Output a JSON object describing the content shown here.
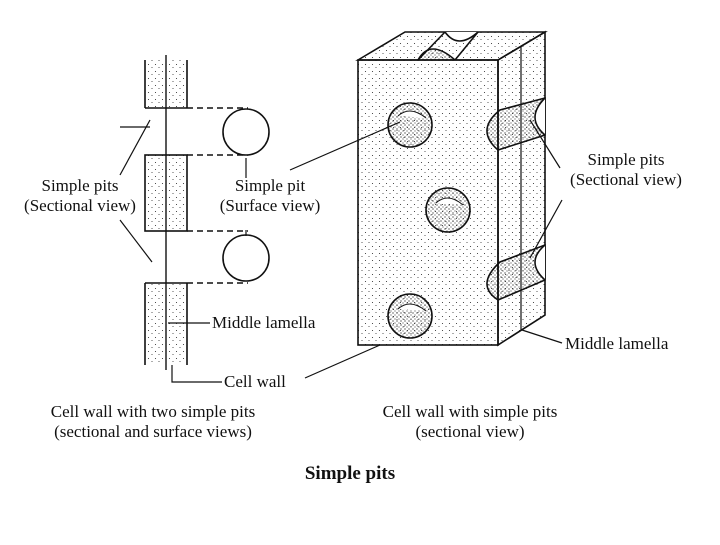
{
  "left_diagram": {
    "label_simple_pits_sectional": [
      "Simple pits",
      "(Sectional view)"
    ],
    "label_simple_pit_surface": [
      "Simple pit",
      "(Surface view)"
    ],
    "label_middle_lamella": "Middle lamella",
    "label_cell_wall": "Cell wall",
    "caption": [
      "Cell wall with two simple pits",
      "(sectional and surface views)"
    ]
  },
  "right_diagram": {
    "label_simple_pits_sectional": [
      "Simple pits",
      "(Sectional view)"
    ],
    "label_middle_lamella": "Middle lamella",
    "caption": [
      "Cell wall with simple pits",
      "(sectional view)"
    ]
  },
  "figure_title": "Simple pits",
  "colors": {
    "ink": "#111111",
    "paper": "#ffffff"
  }
}
